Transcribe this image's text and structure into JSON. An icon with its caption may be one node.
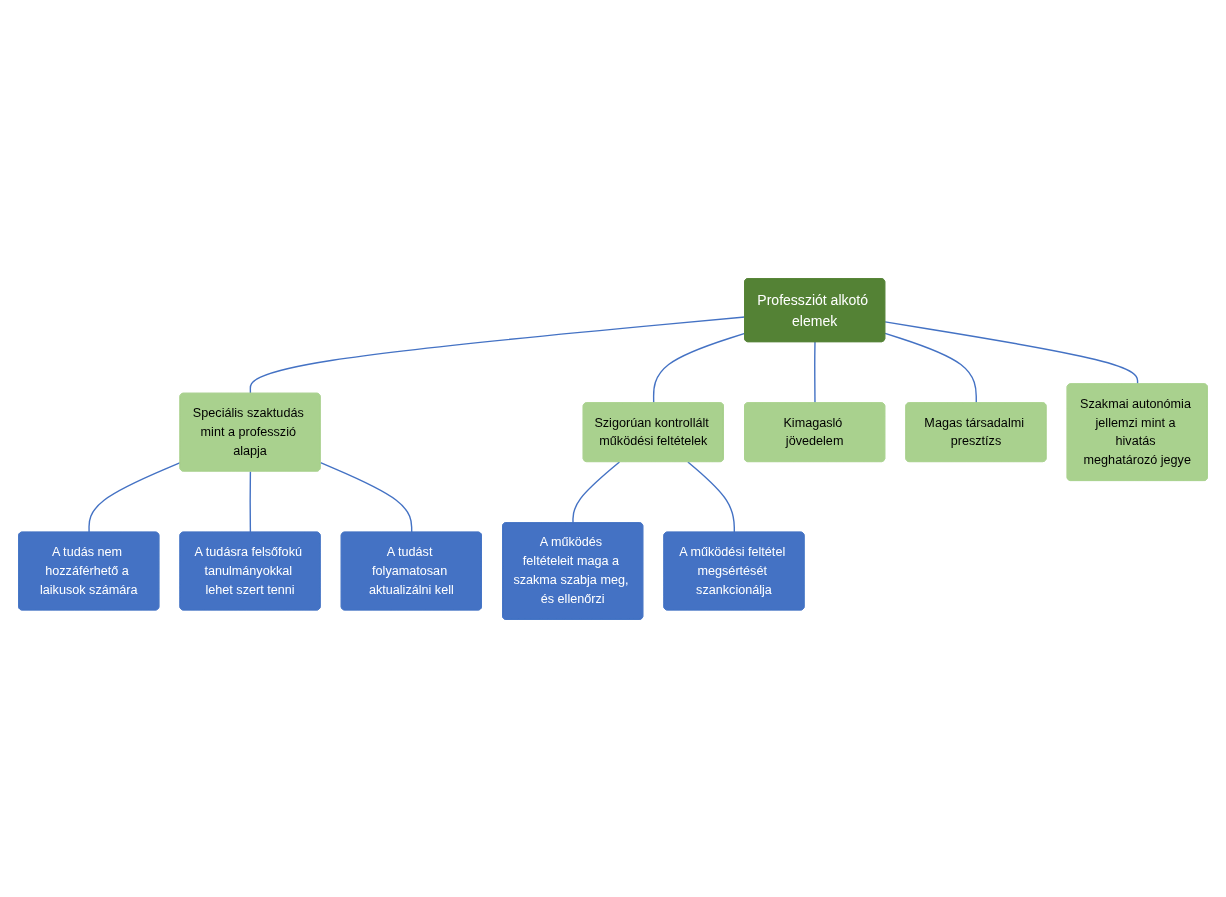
{
  "diagram": {
    "nodes": [
      {
        "text": [
          "Professziót alkotó elemek"
        ]
      },
      {
        "text": [
          "Speciális szaktudás mint a professzió alapja"
        ]
      },
      {
        "text": [
          "A tudás nem hozzáférhető a laikusok számára"
        ]
      },
      {
        "text": [
          "A tudásra felsőfokú tanulmányokkal lehet szert tenni"
        ]
      },
      {
        "text": [
          "A tudást folyamatosan aktualizálni kell"
        ]
      },
      {
        "text": [
          "Szigorúan kontrollált működési feltételek"
        ]
      },
      {
        "text": [
          "A működés feltételeit maga a szakma szabja meg, és ellenőrzi"
        ]
      },
      {
        "text": [
          "A működési feltétel megsértését szankcionálja"
        ]
      },
      {
        "text": [
          "Kimagasló jövedelem"
        ]
      },
      {
        "text": [
          "Magas társadalmi presztízs"
        ]
      },
      {
        "text": [
          "Szakmai autonómia jellemzi mint a hivatás meghatározó jegye"
        ]
      }
    ],
    "edges": [
      {
        "from": 0,
        "to": 1,
        "arrow": "none"
      },
      {
        "from": 1,
        "to": 2,
        "arrow": "none"
      },
      {
        "from": 1,
        "to": 3,
        "arrow": "none"
      },
      {
        "from": 1,
        "to": 4,
        "arrow": "none"
      },
      {
        "from": 0,
        "to": 5,
        "arrow": "none"
      },
      {
        "from": 5,
        "to": 6,
        "arrow": "none"
      },
      {
        "from": 5,
        "to": 7,
        "arrow": "none"
      },
      {
        "from": 0,
        "to": 8,
        "arrow": "none"
      },
      {
        "from": 0,
        "to": 9,
        "arrow": "none"
      },
      {
        "from": 0,
        "to": 10,
        "arrow": "none"
      }
    ]
  }
}
